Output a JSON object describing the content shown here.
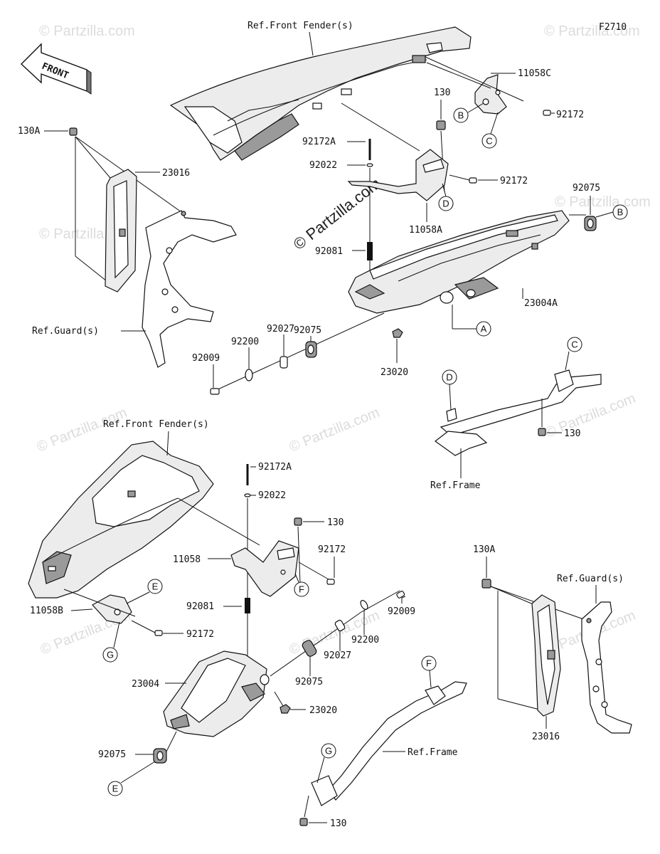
{
  "figure_code": "F2710",
  "front_label": "FRONT",
  "watermark": "© Partzilla.com",
  "labels": {
    "ref_front_fender": "Ref.Front Fender(s)",
    "ref_guard": "Ref.Guard(s)",
    "ref_frame": "Ref.Frame",
    "p11058C": "11058C",
    "p92172": "92172",
    "p130": "130",
    "p130A": "130A",
    "p92172A": "92172A",
    "p92022": "92022",
    "p23016": "23016",
    "p11058A": "11058A",
    "p92075": "92075",
    "p92081": "92081",
    "p23004A": "23004A",
    "p92027": "92027",
    "p92200": "92200",
    "p92009": "92009",
    "p23020": "23020",
    "p11058": "11058",
    "p11058B": "11058B",
    "p23004": "23004"
  },
  "callouts": {
    "A": "A",
    "B": "B",
    "C": "C",
    "D": "D",
    "E": "E",
    "F": "F",
    "G": "G"
  }
}
